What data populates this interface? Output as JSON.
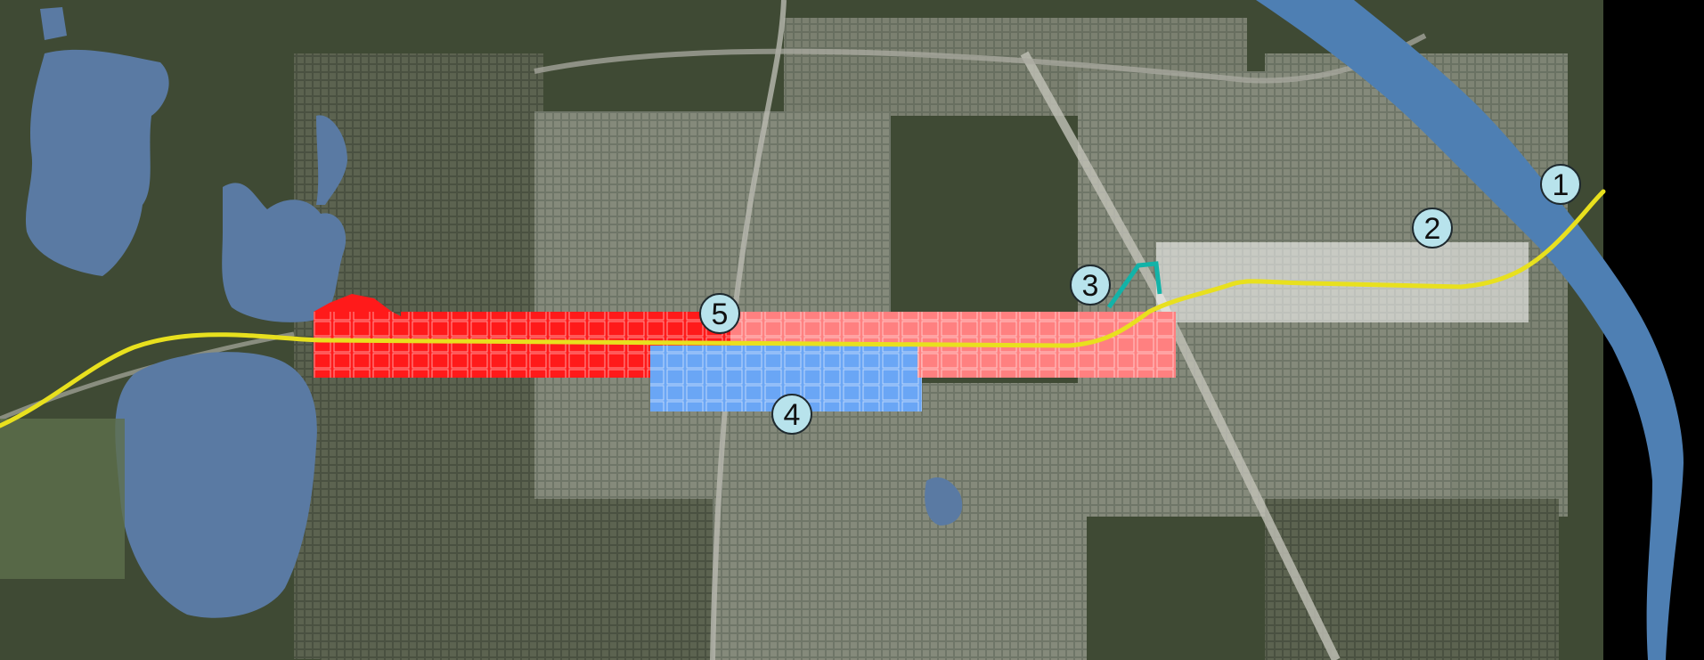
{
  "colors": {
    "background": "#000000",
    "terrain": "#3a4a30",
    "urban_grid": "#7f8578",
    "water": "#5a7fa8",
    "river": "#4e7fb3",
    "route_line": "#e8e01e",
    "segment_red_dark": "#ff1a1a",
    "segment_red_light": "#ff8080",
    "segment_blue": "#6aa6f5",
    "segment_teal": "#12b3a8",
    "study_area_overlay": "#ffffff",
    "marker_fill": "#b8e3ec",
    "marker_stroke": "#1f2a2f"
  },
  "markers": [
    {
      "id": "1",
      "label": "1"
    },
    {
      "id": "2",
      "label": "2"
    },
    {
      "id": "3",
      "label": "3"
    },
    {
      "id": "4",
      "label": "4"
    },
    {
      "id": "5",
      "label": "5"
    }
  ]
}
